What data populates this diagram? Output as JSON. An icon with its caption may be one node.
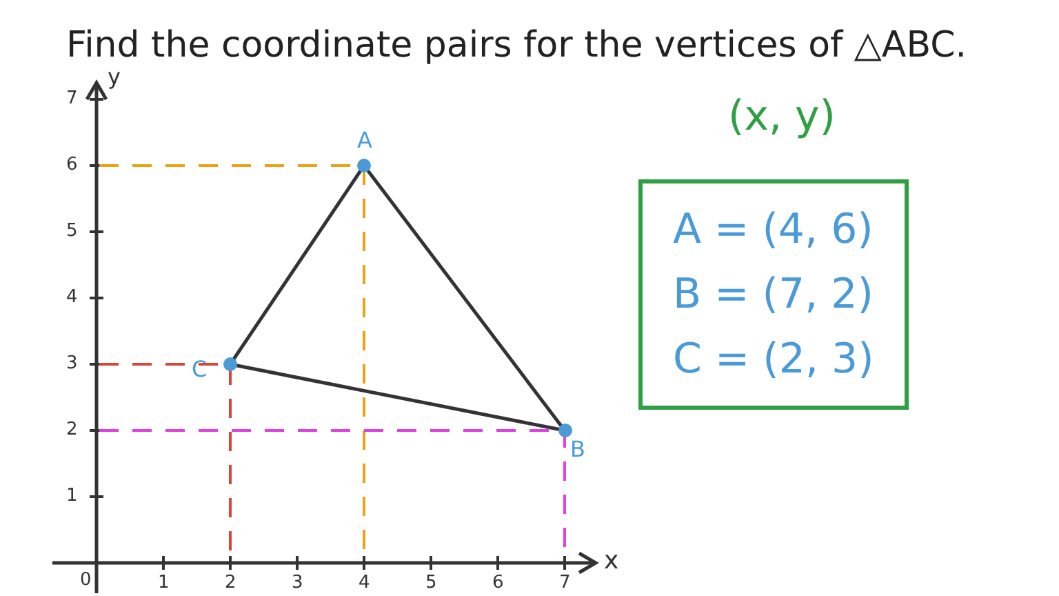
{
  "diagram": {
    "title": "Find the coordinate pairs for the vertices of △ABC.",
    "nodes": [
      {
        "text": [
          "A"
        ]
      },
      {
        "text": [
          "B"
        ]
      },
      {
        "text": [
          "C"
        ]
      },
      {
        "text": [
          "A = (4, 6)",
          "B = (7, 2)",
          "C = (2, 3)"
        ]
      }
    ],
    "edges": [
      {
        "from": 0,
        "to": 1,
        "arrow": "none"
      },
      {
        "from": 1,
        "to": 2,
        "arrow": "none"
      },
      {
        "from": 2,
        "to": 0,
        "arrow": "none"
      }
    ],
    "labels": [
      "y",
      "7",
      "6",
      "5",
      "4",
      "3",
      "2",
      "1",
      "0",
      "1",
      "2",
      "3",
      "4",
      "5",
      "6",
      "7",
      "x",
      "(x, y)"
    ]
  }
}
